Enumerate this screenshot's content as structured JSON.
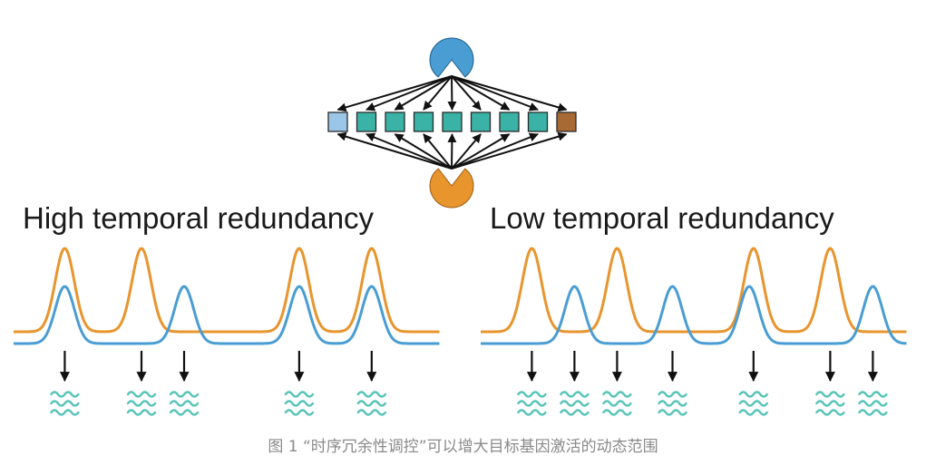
{
  "colors": {
    "orange": "#E8952E",
    "blue": "#4A9DD3",
    "teal_box": "#3AB2A6",
    "light_blue_box": "#9CC6E8",
    "brown_box": "#A86A34",
    "wave": "#58C4B8",
    "arrow": "#111111",
    "caption": "#8a8a8a"
  },
  "top_diagram": {
    "top_enzyme_icon": "blue-pacman-icon",
    "bottom_enzyme_icon": "orange-pacman-icon",
    "substrate_boxes": [
      "light-blue",
      "teal",
      "teal",
      "teal",
      "teal",
      "teal",
      "teal",
      "teal",
      "brown"
    ]
  },
  "panels": [
    {
      "title": "High temporal redundancy",
      "orange_peak_times": [
        0.12,
        0.3,
        0.67,
        0.84
      ],
      "blue_peak_times": [
        0.12,
        0.4,
        0.67,
        0.84
      ],
      "output_times": [
        0.12,
        0.3,
        0.4,
        0.67,
        0.84
      ]
    },
    {
      "title": "Low temporal redundancy",
      "orange_peak_times": [
        0.12,
        0.32,
        0.64,
        0.82
      ],
      "blue_peak_times": [
        0.22,
        0.45,
        0.63,
        0.92
      ],
      "output_times": [
        0.12,
        0.22,
        0.32,
        0.45,
        0.64,
        0.82,
        0.92
      ]
    }
  ],
  "caption": "图 1 “时序冗余性调控”可以增大目标基因激活的动态范围"
}
